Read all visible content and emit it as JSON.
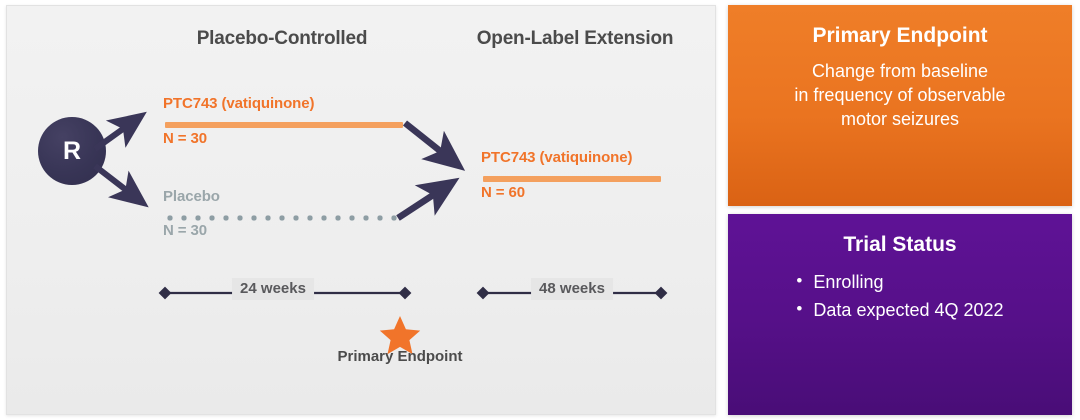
{
  "diagram": {
    "phases": [
      {
        "label": "Placebo-Controlled"
      },
      {
        "label": "Open-Label Extension"
      }
    ],
    "randomization_node": {
      "label": "R"
    },
    "arms": [
      {
        "name": "arm-active",
        "label": "PTC743 (vatiquinone)",
        "n": "N = 30"
      },
      {
        "name": "arm-placebo",
        "label": "Placebo",
        "n": "N = 30"
      },
      {
        "name": "arm-ole",
        "label": "PTC743 (vatiquinone)",
        "n": "N = 60"
      }
    ],
    "timeline": [
      {
        "name": "placebo-controlled-duration",
        "label": "24 weeks"
      },
      {
        "name": "open-label-duration",
        "label": "48 weeks"
      }
    ],
    "milestone": {
      "label": "Primary Endpoint",
      "marker": "star-icon"
    },
    "colors": {
      "active_orange": "#f1742a",
      "bar_orange": "#f4a05e",
      "placebo_grey": "#9aa6aa",
      "navy": "#383556",
      "panel_bg": "#f0f0f0",
      "title_grey": "#4b4b4b"
    }
  },
  "cards": {
    "primary_endpoint": {
      "title": "Primary Endpoint",
      "body_lines": [
        "Change from baseline",
        "in frequency of observable",
        "motor seizures"
      ],
      "color": "#ef7e28"
    },
    "trial_status": {
      "title": "Trial Status",
      "items": [
        "Enrolling",
        "Data expected 4Q 2022"
      ],
      "color": "#5f1296"
    }
  }
}
